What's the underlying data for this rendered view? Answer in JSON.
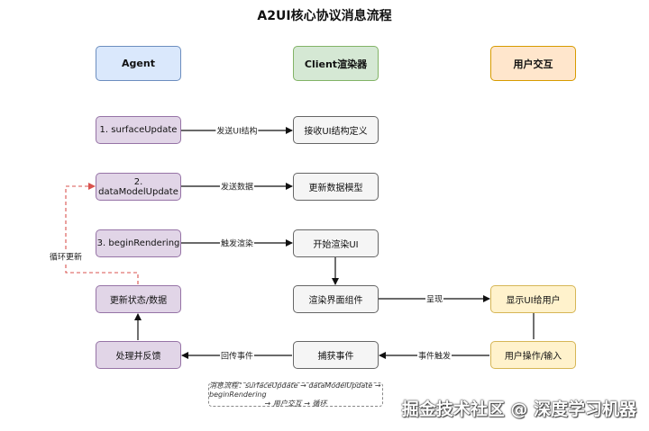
{
  "title": "A2UI核心协议消息流程",
  "headers": {
    "agent": "Agent",
    "client": "Client渲染器",
    "user": "用户交互"
  },
  "nodes": {
    "surface_update": "1. surfaceUpdate",
    "data_model_update": "2. dataModelUpdate",
    "begin_rendering": "3. beginRendering",
    "update_state": "更新状态/数据",
    "process_feedback": "处理并反馈",
    "receive_ui": "接收UI结构定义",
    "update_data_model": "更新数据模型",
    "start_rendering": "开始渲染UI",
    "render_components": "渲染界面组件",
    "capture_event": "捕获事件",
    "show_ui": "显示UI给用户",
    "user_input": "用户操作/输入"
  },
  "edges": {
    "send_ui_structure": "发送UI结构",
    "send_data": "发送数据",
    "trigger_render": "触发渲染",
    "present": "呈现",
    "event_trigger": "事件触发",
    "return_event": "回传事件",
    "loop_update": "循环更新"
  },
  "note": {
    "line1": "消息流程：surfaceUpdate → dataModelUpdate → beginRendering",
    "line2": "→ 用户交互 → 循环"
  },
  "watermark": "掘金技术社区 @ 深度学习机器",
  "colors": {
    "agent_header": "#dae8fc",
    "client_header": "#d5e8d4",
    "user_header": "#ffe6cc",
    "agent_step": "#e1d5e7",
    "client_step": "#f5f5f5",
    "user_step": "#fff2cc",
    "loop_line": "#d9534f"
  }
}
